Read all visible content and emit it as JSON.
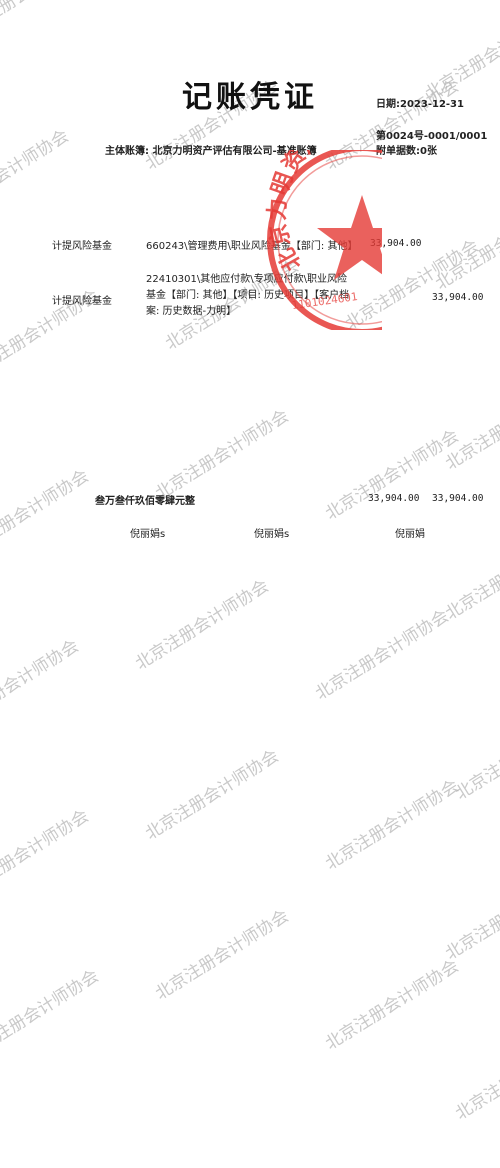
{
  "voucher": {
    "title": "记账凭证",
    "date": "日期:2023-12-31",
    "number": "第0024号-0001/0001",
    "attachments": "附单据数:0张",
    "ledger": "主体账簿: 北京力明资产评估有限公司-基准账簿"
  },
  "entries": [
    {
      "summary": "计提风险基金",
      "account": "660243\\管理费用\\职业风险基金【部门: 其他】",
      "debit": "33,904.00",
      "credit": ""
    },
    {
      "summary": "计提风险基金",
      "account": "22410301\\其他应付款\\专项应付款\\职业风险基金【部门: 其他】【项目: 历史项目】【客户档案: 历史数据-力明】",
      "debit": "",
      "credit": "33,904.00"
    }
  ],
  "totals": {
    "amount_in_words": "叁万叁仟玖佰零肆元整",
    "debit": "33,904.00",
    "credit": "33,904.00"
  },
  "signatures": [
    "倪丽娟s",
    "倪丽娟s",
    "倪丽娟"
  ],
  "seal": {
    "text": "北京力明资产评估有限公司",
    "code": "1101024601",
    "color": "#e53935"
  },
  "watermark": {
    "text": "北京注册会计师协会",
    "color": "#b8b8b8"
  }
}
